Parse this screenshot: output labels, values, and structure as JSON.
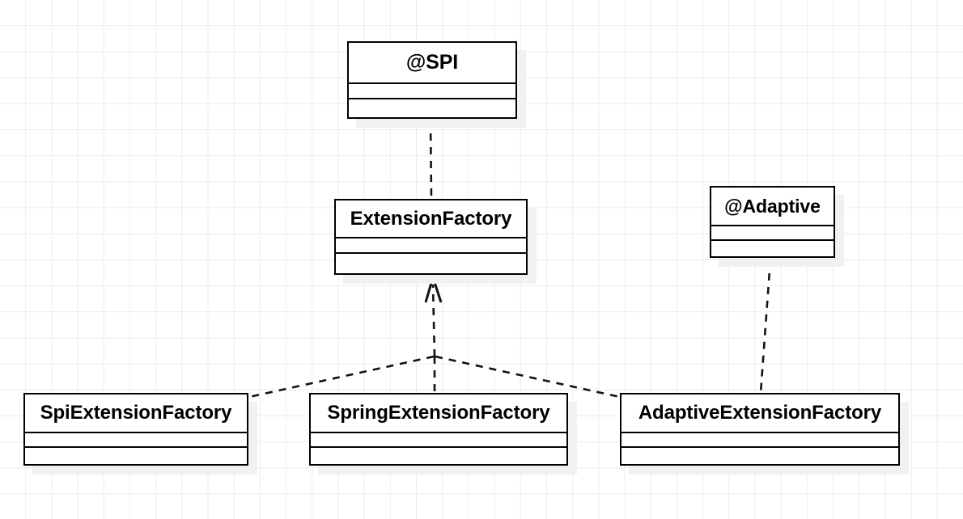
{
  "diagram": {
    "kind": "uml-class-diagram",
    "background": {
      "color": "#ffffff",
      "grid": true,
      "grid_color": "#ececec",
      "grid_spacing": 32
    },
    "style": {
      "box_fill": "#ffffff",
      "box_stroke": "#000000",
      "shadow_color": "#f1f1f1",
      "edge_color": "#121212",
      "edge_style": "dashed"
    },
    "classes": [
      {
        "id": "spi",
        "name": "@SPI",
        "stereotype": "annotation",
        "attributes": [],
        "operations": []
      },
      {
        "id": "extensionfactory",
        "name": "ExtensionFactory",
        "stereotype": "interface",
        "attributes": [],
        "operations": []
      },
      {
        "id": "adaptive",
        "name": "@Adaptive",
        "stereotype": "annotation",
        "attributes": [],
        "operations": []
      },
      {
        "id": "spiextensionfactory",
        "name": "SpiExtensionFactory",
        "stereotype": "class",
        "attributes": [],
        "operations": []
      },
      {
        "id": "springextensionfactory",
        "name": "SpringExtensionFactory",
        "stereotype": "class",
        "attributes": [],
        "operations": []
      },
      {
        "id": "adaptiveextensionfactory",
        "name": "AdaptiveExtensionFactory",
        "stereotype": "class",
        "attributes": [],
        "operations": []
      }
    ],
    "edges": [
      {
        "id": "edge-spi-extensionfactory",
        "from": "extensionfactory",
        "to": "spi",
        "type": "dependency",
        "arrowhead": "none",
        "label": ""
      },
      {
        "id": "edge-spiextensionfactory-extensionfactory",
        "from": "spiextensionfactory",
        "to": "extensionfactory",
        "type": "realization",
        "arrowhead": "open",
        "label": ""
      },
      {
        "id": "edge-springextensionfactory-extensionfactory",
        "from": "springextensionfactory",
        "to": "extensionfactory",
        "type": "realization",
        "arrowhead": "open",
        "label": ""
      },
      {
        "id": "edge-adaptiveextensionfactory-extensionfactory",
        "from": "adaptiveextensionfactory",
        "to": "extensionfactory",
        "type": "realization",
        "arrowhead": "open",
        "label": ""
      },
      {
        "id": "edge-adaptive-adaptiveextensionfactory",
        "from": "adaptiveextensionfactory",
        "to": "adaptive",
        "type": "dependency",
        "arrowhead": "none",
        "label": ""
      }
    ]
  }
}
